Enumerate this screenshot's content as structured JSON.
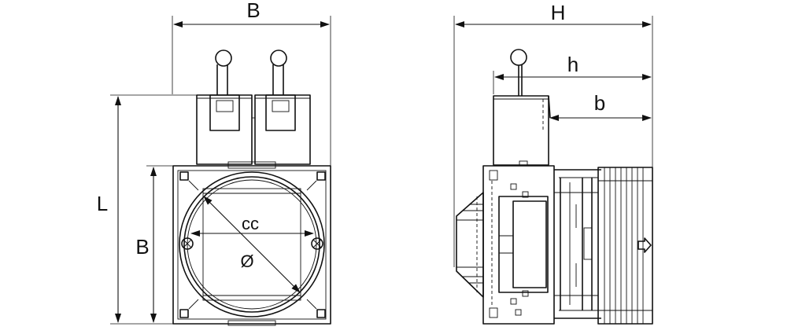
{
  "labels": {
    "front_width": "B",
    "front_height_L": "L",
    "front_height_B": "B",
    "center_distance": "cc",
    "diameter": "Ø",
    "side_total_depth": "H",
    "side_depth_h": "h",
    "side_depth_b": "b"
  },
  "colors": {
    "line": "#111111",
    "background": "#ffffff"
  }
}
